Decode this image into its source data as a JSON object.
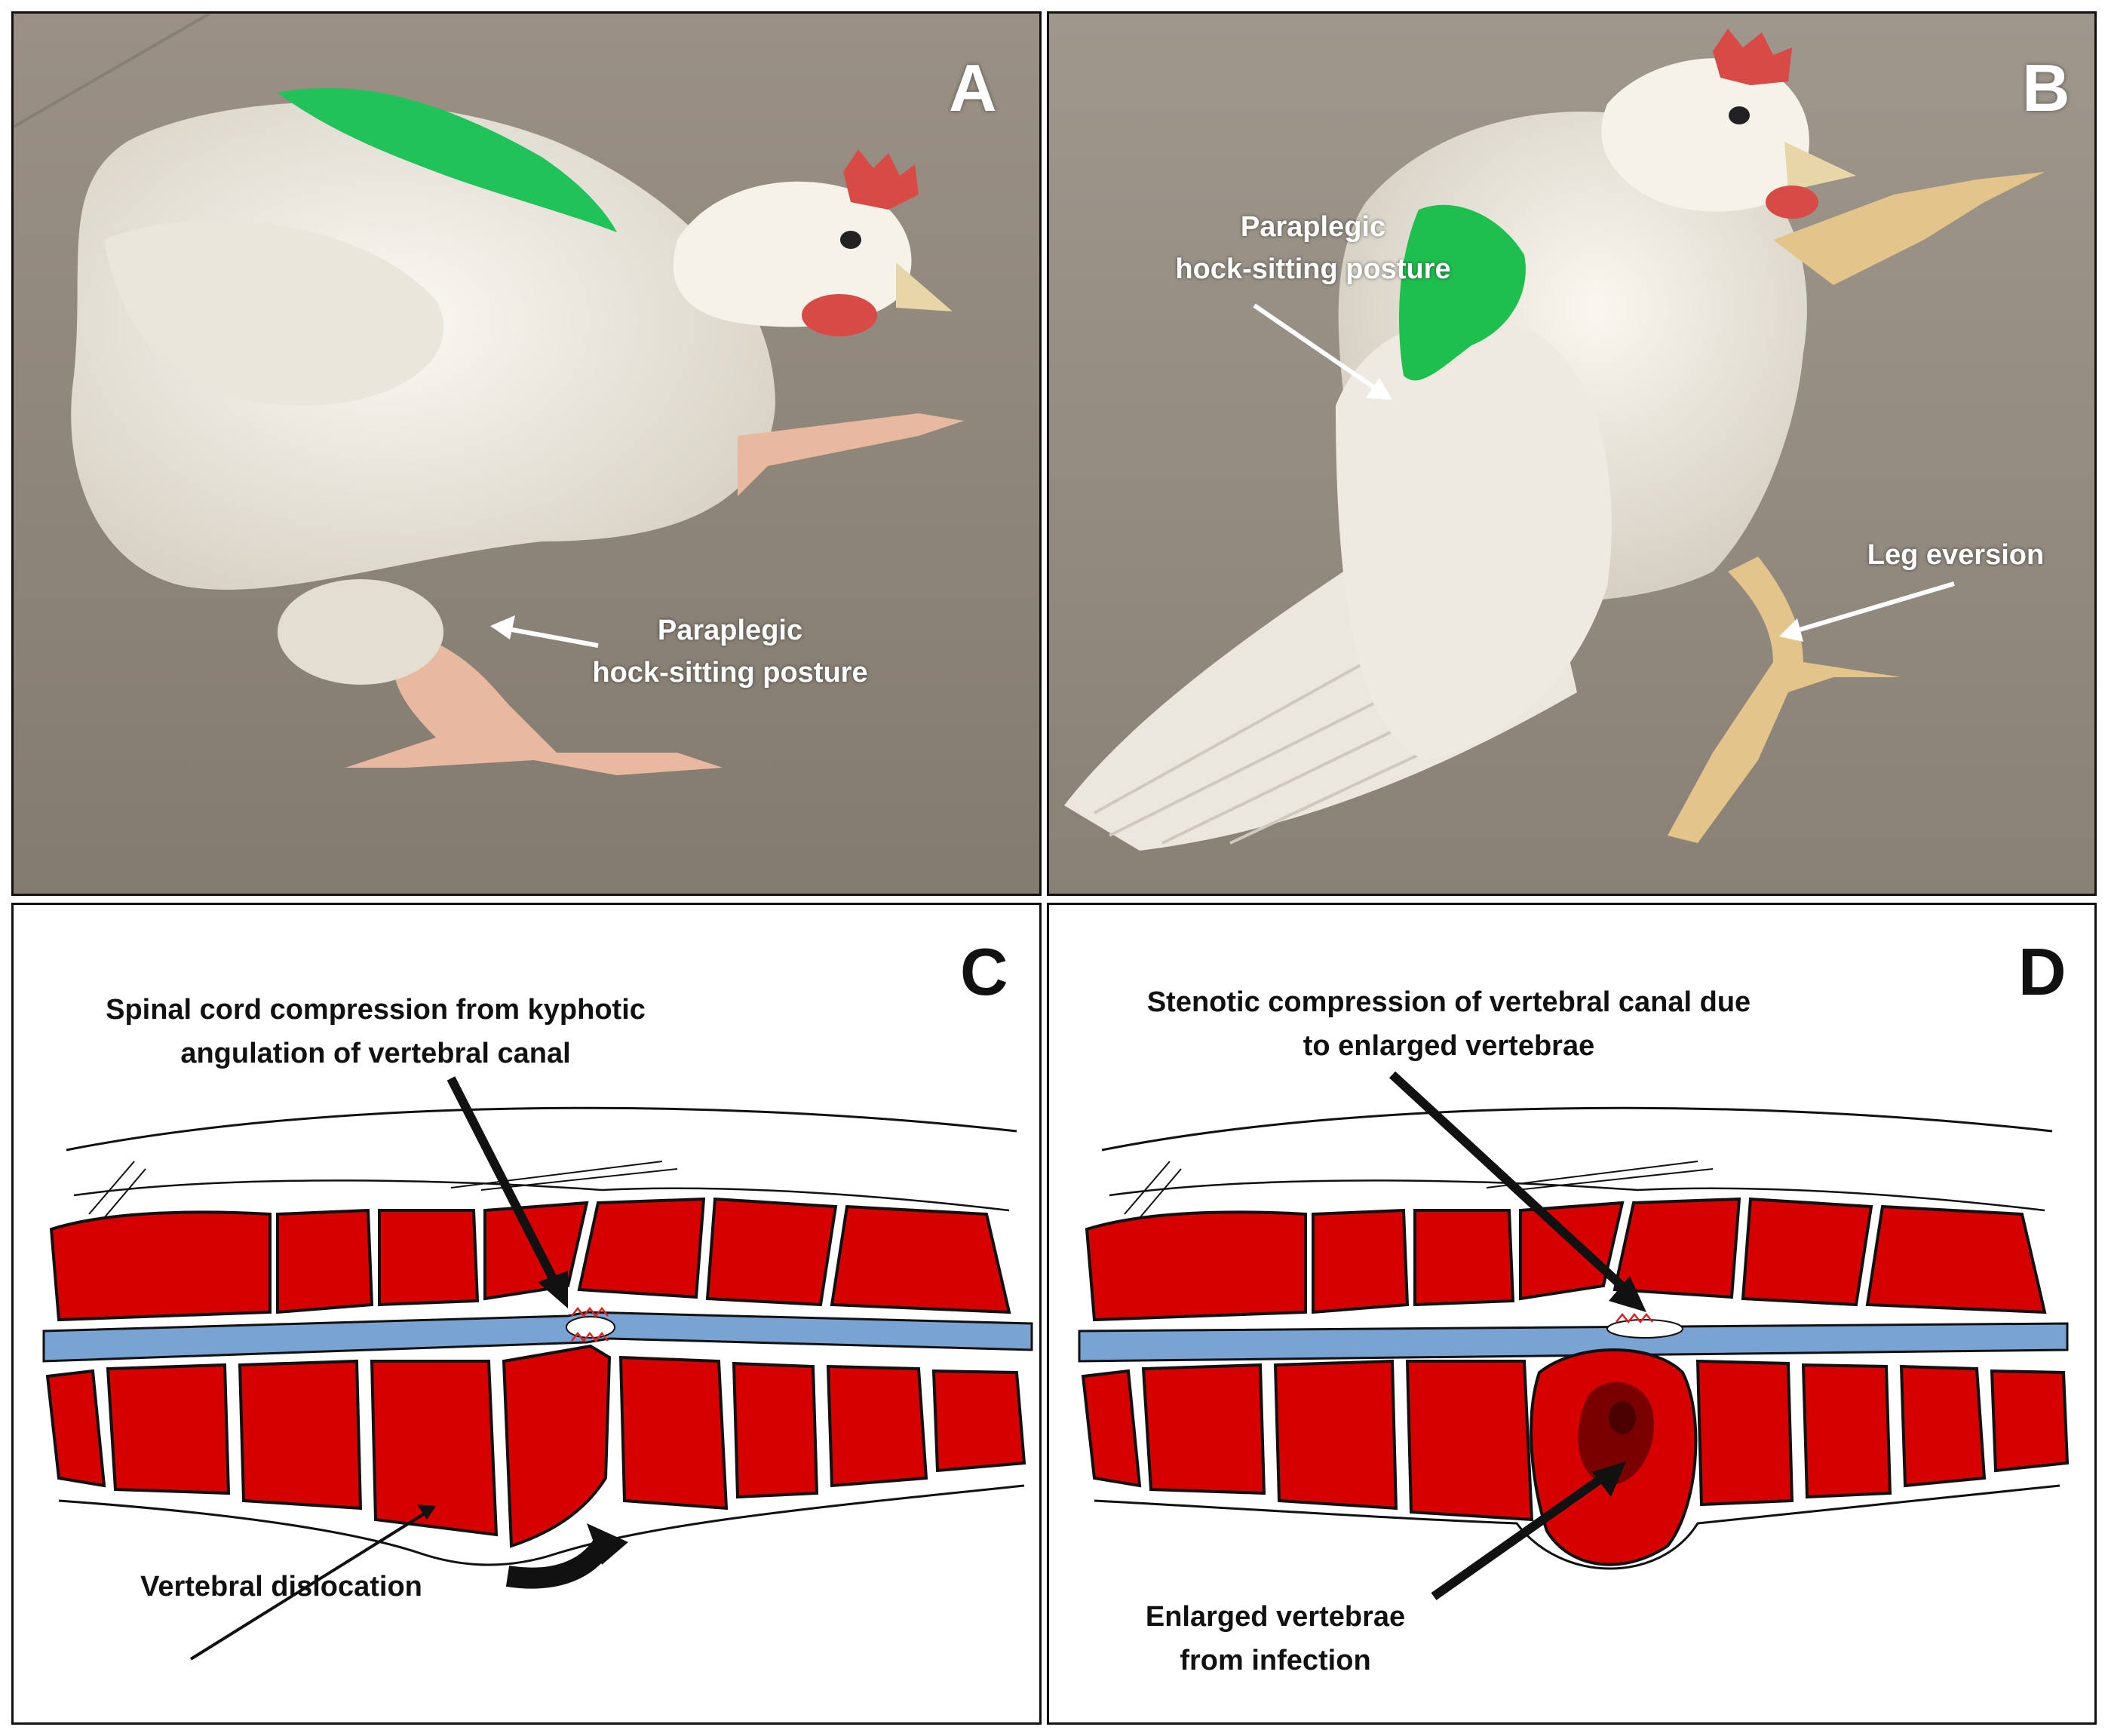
{
  "panels": {
    "a": {
      "letter": "A",
      "labels": {
        "posture_line1": "Paraplegic",
        "posture_line2": "hock-sitting posture"
      },
      "colors": {
        "floor": "#8e8579",
        "feathers": "#f3efe6",
        "marking": "#22c25a",
        "comb": "#d84a45",
        "skin": "#e8b8a0"
      }
    },
    "b": {
      "letter": "B",
      "labels": {
        "posture_line1": "Paraplegic",
        "posture_line2": "hock-sitting posture",
        "leg_eversion": "Leg eversion"
      },
      "colors": {
        "floor": "#948b80",
        "feathers": "#efeae0",
        "marking": "#1fbf4f",
        "comb": "#d84a45",
        "legs": "#e3c48a"
      }
    },
    "c": {
      "letter": "C",
      "labels": {
        "compression_line1": "Spinal cord compression from kyphotic",
        "compression_line2": "angulation of vertebral canal",
        "dislocation": "Vertebral dislocation"
      },
      "colors": {
        "vertebrae": "#d60000",
        "spinal_cord": "#79a3d3",
        "outline": "#111111"
      }
    },
    "d": {
      "letter": "D",
      "labels": {
        "stenosis_line1": "Stenotic compression of vertebral canal due",
        "stenosis_line2": "to enlarged vertebrae",
        "infection_line1": "Enlarged vertebrae",
        "infection_line2": "from infection"
      },
      "colors": {
        "vertebrae": "#d60000",
        "spinal_cord": "#79a3d3",
        "lesion": "#7a0000",
        "outline": "#111111"
      }
    }
  }
}
